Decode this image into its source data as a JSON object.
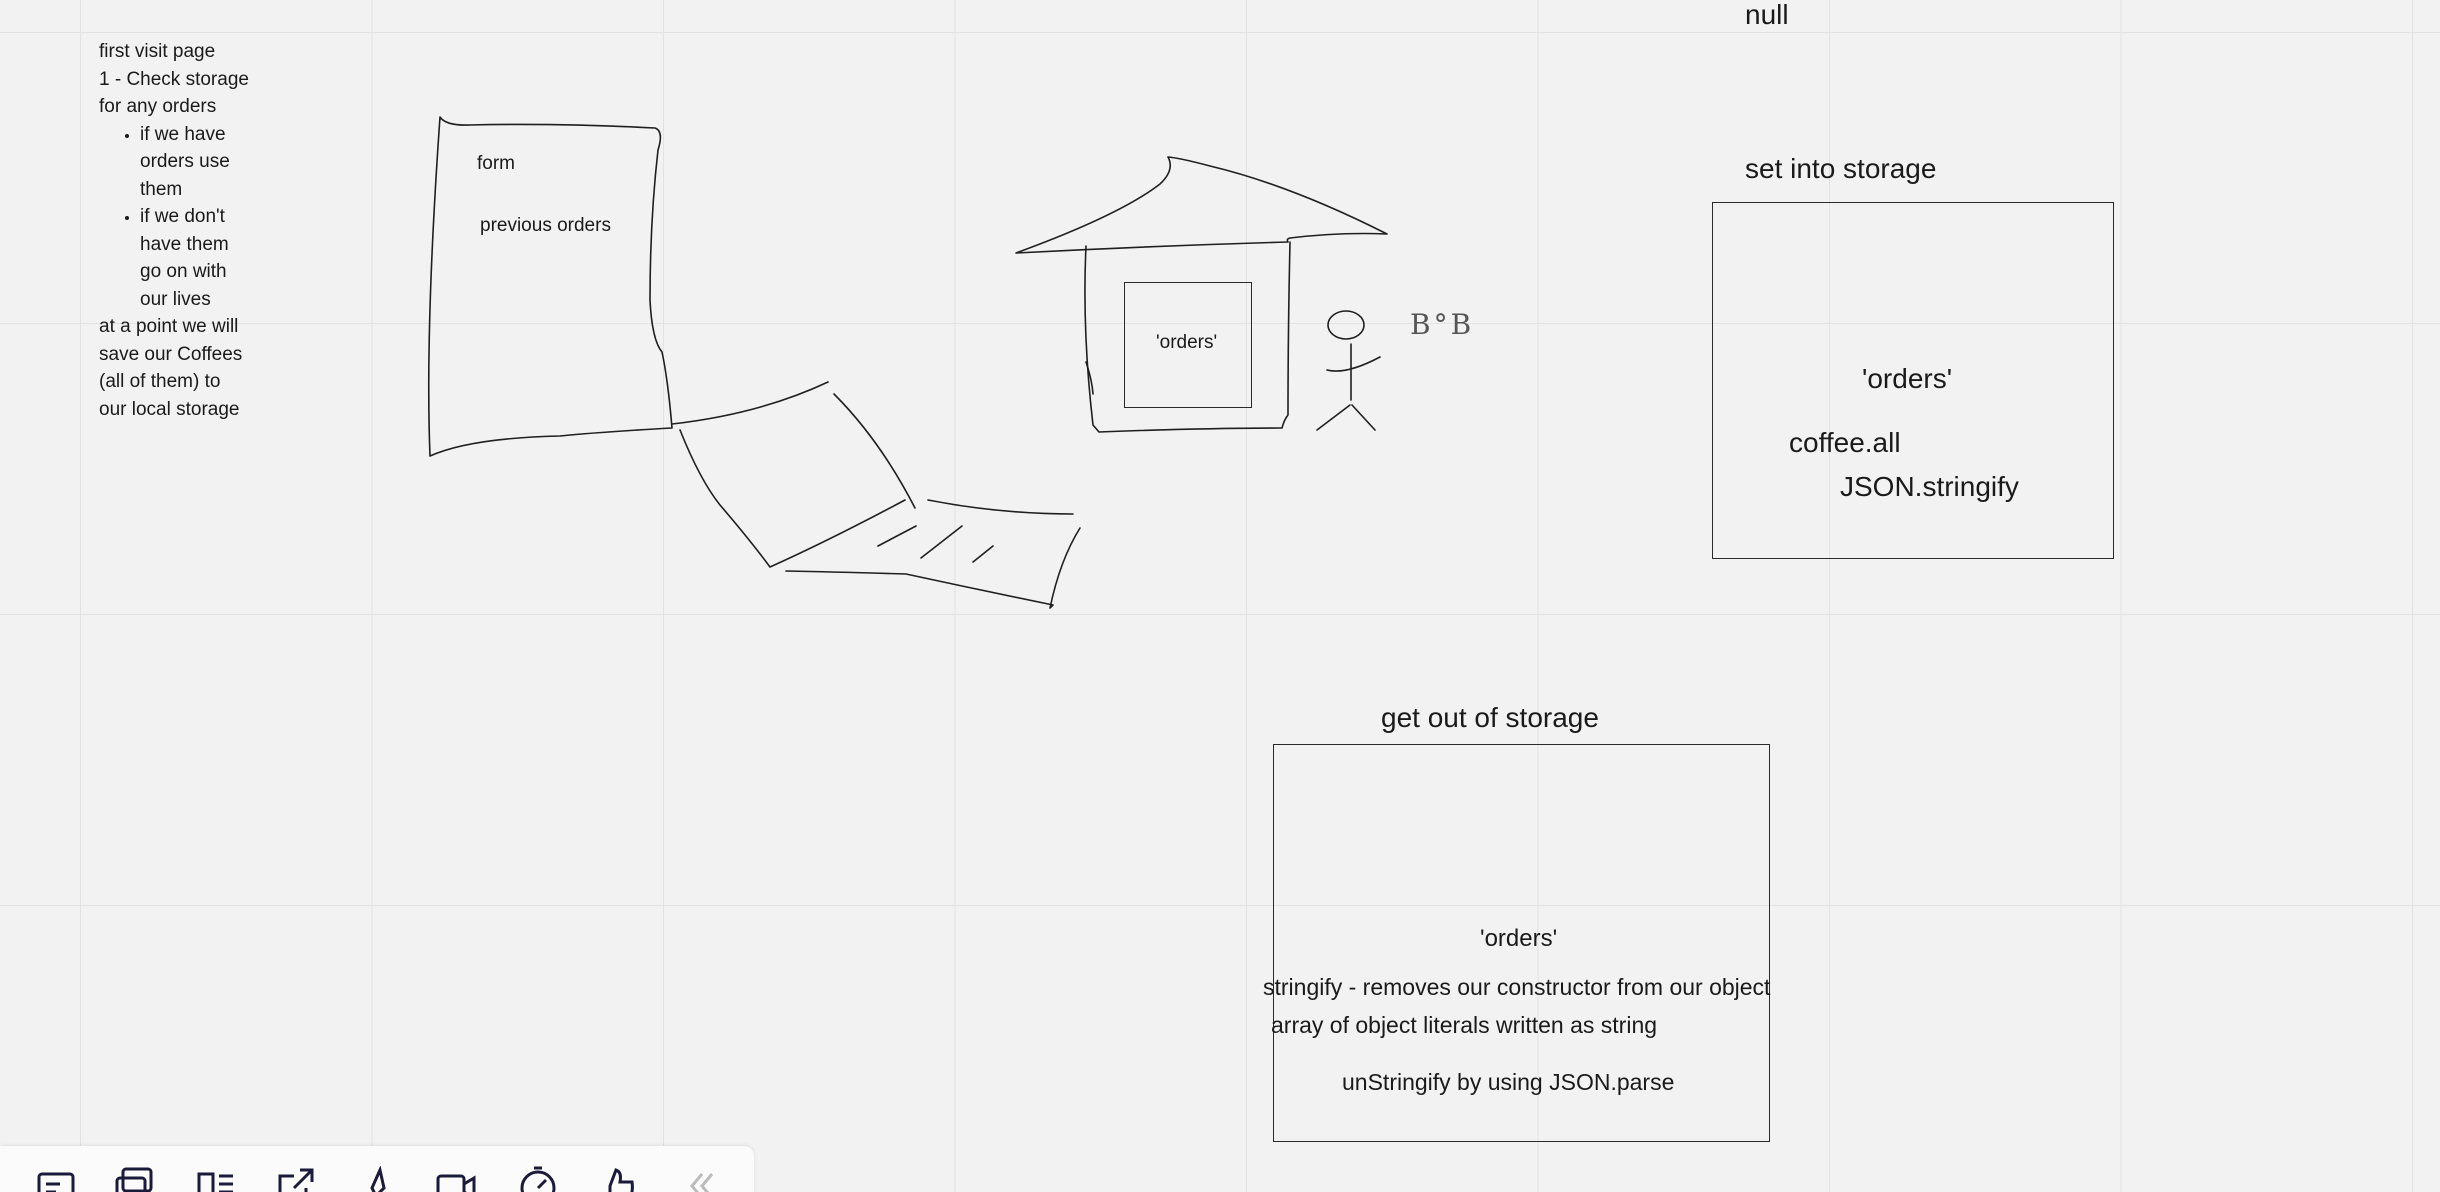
{
  "note": {
    "line1": "first visit page",
    "line2": "1 - Check storage for any orders",
    "bullets": [
      "if we have orders use them",
      "if we don't have them go on with our lives"
    ],
    "line3": "at a point we will save our Coffees (all of them) to our local storage"
  },
  "sketch": {
    "form_label": "form",
    "previous_orders_label": "previous orders",
    "house_label": "'orders'",
    "stick_figure_label": "B°B"
  },
  "top_null": "null",
  "set_storage": {
    "title": "set into storage",
    "key": "'orders'",
    "value": "coffee.all",
    "method": "JSON.stringify"
  },
  "get_storage": {
    "title": "get out of storage",
    "key": "'orders'",
    "line1": "stringify - removes our constructor from our object",
    "line2": "array of object literals written as string",
    "line3": "unStringify by using JSON.parse"
  },
  "toolbar": {
    "tools": [
      "sticky-note-icon",
      "card-icon",
      "template-icon",
      "export-icon",
      "pen-icon",
      "video-icon",
      "timer-icon",
      "reaction-icon",
      "collapse-icon"
    ]
  },
  "colors": {
    "background": "#f2f2f2",
    "grid": "#e2e2e2",
    "ink": "#1a1a1a"
  }
}
